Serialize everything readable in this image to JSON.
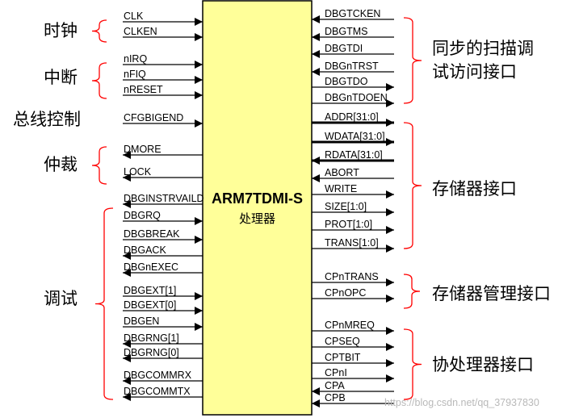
{
  "chip": {
    "title": "ARM7TDMI-S",
    "subtitle": "处理器"
  },
  "left_signals": [
    {
      "label": "CLK",
      "dir": "in"
    },
    {
      "label": "CLKEN",
      "dir": "in"
    },
    {
      "label": "nIRQ",
      "dir": "in"
    },
    {
      "label": "nFIQ",
      "dir": "in"
    },
    {
      "label": "nRESET",
      "dir": "in"
    },
    {
      "label": "CFGBIGEND",
      "dir": "in"
    },
    {
      "label": "DMORE",
      "dir": "out"
    },
    {
      "label": "LOCK",
      "dir": "out"
    },
    {
      "label": "DBGINSTRVAILD",
      "dir": "out"
    },
    {
      "label": "DBGRQ",
      "dir": "in"
    },
    {
      "label": "DBGBREAK",
      "dir": "in"
    },
    {
      "label": "DBGACK",
      "dir": "out"
    },
    {
      "label": "DBGnEXEC",
      "dir": "out"
    },
    {
      "label": "DBGEXT[1]",
      "dir": "in"
    },
    {
      "label": "DBGEXT[0]",
      "dir": "in"
    },
    {
      "label": "DBGEN",
      "dir": "in"
    },
    {
      "label": "DBGRNG[1]",
      "dir": "out"
    },
    {
      "label": "DBGRNG[0]",
      "dir": "out"
    },
    {
      "label": "DBGCOMMRX",
      "dir": "out"
    },
    {
      "label": "DBGCOMMTX",
      "dir": "out"
    }
  ],
  "right_signals": [
    {
      "label": "DBGTCKEN",
      "dir": "in"
    },
    {
      "label": "DBGTMS",
      "dir": "in"
    },
    {
      "label": "DBGTDI",
      "dir": "in"
    },
    {
      "label": "DBGnTRST",
      "dir": "in"
    },
    {
      "label": "DBGTDO",
      "dir": "out"
    },
    {
      "label": "DBGnTDOEN",
      "dir": "out"
    },
    {
      "label": "ADDR[31:0]",
      "dir": "out",
      "bus": true
    },
    {
      "label": "WDATA[31:0]",
      "dir": "out",
      "bus": true
    },
    {
      "label": "RDATA[31:0]",
      "dir": "in",
      "bus": true
    },
    {
      "label": "ABORT",
      "dir": "in"
    },
    {
      "label": "WRITE",
      "dir": "out"
    },
    {
      "label": "SIZE[1:0]",
      "dir": "out"
    },
    {
      "label": "PROT[1:0]",
      "dir": "out"
    },
    {
      "label": "TRANS[1:0]",
      "dir": "out"
    },
    {
      "label": "CPnTRANS",
      "dir": "out"
    },
    {
      "label": "CPnOPC",
      "dir": "out"
    },
    {
      "label": "CPnMREQ",
      "dir": "out"
    },
    {
      "label": "CPSEQ",
      "dir": "out"
    },
    {
      "label": "CPTBIT",
      "dir": "out"
    },
    {
      "label": "CPnI",
      "dir": "out"
    },
    {
      "label": "CPA",
      "dir": "in"
    },
    {
      "label": "CPB",
      "dir": "in"
    }
  ],
  "left_groups": [
    {
      "label": "时钟"
    },
    {
      "label": "中断"
    },
    {
      "label": "总线控制"
    },
    {
      "label": "仲裁"
    },
    {
      "label": "调试"
    }
  ],
  "right_groups": [
    {
      "label_lines": [
        "同步的扫描调",
        "试访问接口"
      ]
    },
    {
      "label_lines": [
        "存储器接口"
      ]
    },
    {
      "label_lines": [
        "存储器管理接口"
      ]
    },
    {
      "label_lines": [
        "协处理器接口"
      ]
    }
  ],
  "watermark": "https://blog.csdn.net/qq_37937830",
  "colors": {
    "chip_fill": "#ffff99",
    "brace": "#ff0000",
    "line": "#000000",
    "watermark": "#b9b9b9"
  }
}
